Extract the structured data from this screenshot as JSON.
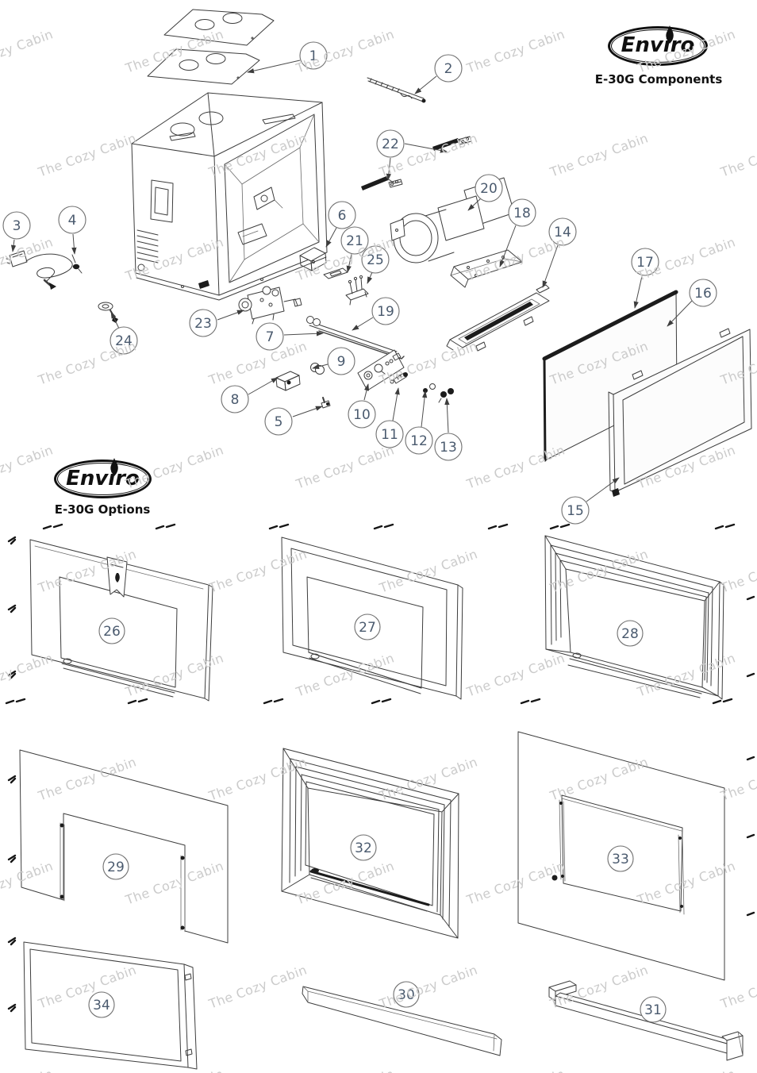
{
  "brand": {
    "logo_text": "Enviro"
  },
  "watermark": {
    "text": "The Cozy Cabin"
  },
  "components": {
    "title": "E-30G Components",
    "callouts": [
      "1",
      "2",
      "22",
      "20",
      "18",
      "14",
      "6",
      "21",
      "25",
      "3",
      "4",
      "24",
      "23",
      "7",
      "19",
      "9",
      "8",
      "5",
      "10",
      "11",
      "12",
      "13",
      "17",
      "16",
      "15"
    ]
  },
  "options": {
    "title": "E-30G Options",
    "callouts": [
      "26",
      "27",
      "28",
      "29",
      "32",
      "33",
      "34",
      "30",
      "31"
    ]
  },
  "colors": {
    "callout_number": "#4a5a6e",
    "line_art": "#3d3d3d",
    "watermark": "#cbcbcb"
  }
}
